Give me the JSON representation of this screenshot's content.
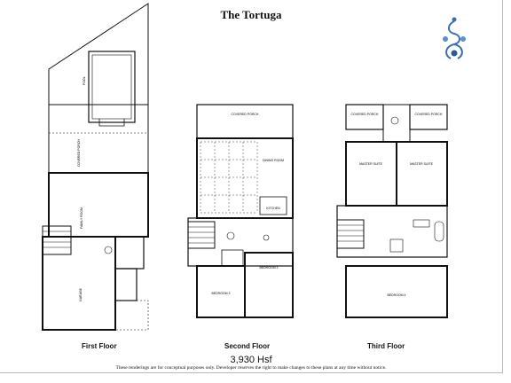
{
  "page": {
    "title": "The Tortuga",
    "total_area": "3,930 Hsf",
    "disclaimer": "These renderings are for conceptual purposes only.  Developer reserves the right to make changes to these plans at any time without notice."
  },
  "floors": [
    {
      "label": "First Floor",
      "rooms": [
        "POOL",
        "COVERED PORCH",
        "FAMILY ROOM",
        "GARAGE"
      ]
    },
    {
      "label": "Second Floor",
      "rooms": [
        "COVERED PORCH",
        "DINING ROOM",
        "KITCHEN",
        "BEDROOM 2",
        "BEDROOM 3"
      ]
    },
    {
      "label": "Third Floor",
      "rooms": [
        "COVERED PORCH",
        "COVERED PORCH",
        "MASTER SUITE",
        "MASTER SUITE",
        "BEDROOM 4"
      ]
    }
  ],
  "logo": {
    "icon": "brand-swirl-icon",
    "color": "#3a6fb0"
  }
}
